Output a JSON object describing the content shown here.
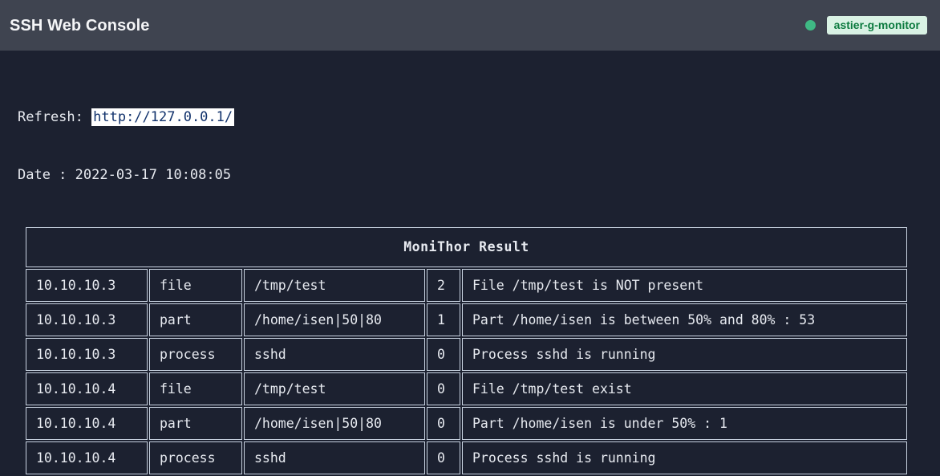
{
  "header": {
    "title": "SSH Web Console",
    "status_dot_color": "#3fb984",
    "host_badge": "astier-g-monitor",
    "badge_bg": "#d9f2e4",
    "badge_fg": "#0b7a3e"
  },
  "info": {
    "refresh_label": "Refresh: ",
    "refresh_url": "http://127.0.0.1/",
    "date_line": "Date : 2022-03-17 10:08:05"
  },
  "table": {
    "title": "MoniThor Result",
    "rows": [
      {
        "host": "10.10.10.3",
        "type": "file",
        "arg": "/tmp/test",
        "code": "2",
        "message": "File /tmp/test is NOT present"
      },
      {
        "host": "10.10.10.3",
        "type": "part",
        "arg": "/home/isen|50|80",
        "code": "1",
        "message": "Part /home/isen is between 50% and 80% : 53"
      },
      {
        "host": "10.10.10.3",
        "type": "process",
        "arg": "sshd",
        "code": "0",
        "message": "Process sshd is running"
      },
      {
        "host": "10.10.10.4",
        "type": "file",
        "arg": "/tmp/test",
        "code": "0",
        "message": "File /tmp/test exist"
      },
      {
        "host": "10.10.10.4",
        "type": "part",
        "arg": "/home/isen|50|80",
        "code": "0",
        "message": "Part /home/isen is under 50% : 1"
      },
      {
        "host": "10.10.10.4",
        "type": "process",
        "arg": "sshd",
        "code": "0",
        "message": "Process sshd is running"
      }
    ]
  },
  "colors": {
    "page_bg": "#1c2130",
    "topbar_bg": "#3f4450",
    "table_border": "#c8d2e0",
    "text": "#e7eaf0",
    "url_text": "#10316b"
  }
}
